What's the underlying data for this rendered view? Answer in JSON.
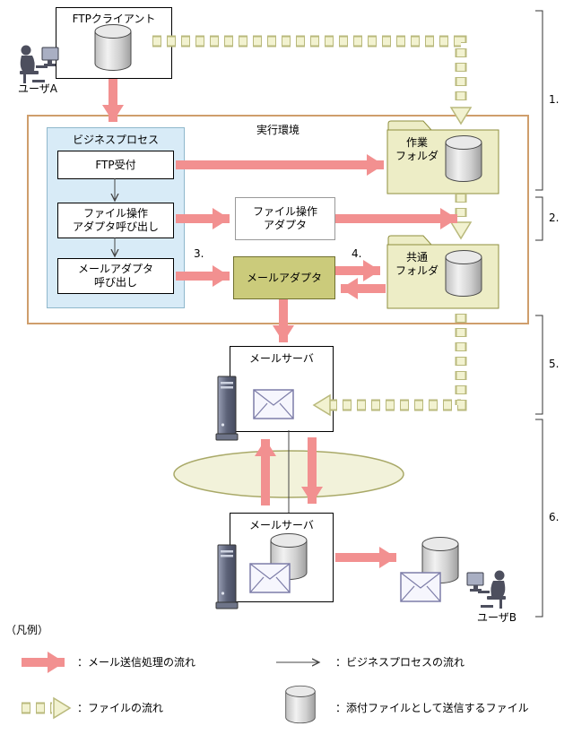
{
  "nodes": {
    "ftp_client": "FTPクライアント",
    "user_a": "ユーザA",
    "exec_env": "実行環境",
    "business_process": "ビジネスプロセス",
    "step_ftp_accept": "FTP受付",
    "step_file_adapter_call": "ファイル操作\nアダプタ呼び出し",
    "step_mail_adapter_call": "メールアダプタ\n呼び出し",
    "file_adapter": "ファイル操作\nアダプタ",
    "mail_adapter": "メールアダプタ",
    "work_folder": "作業\nフォルダ",
    "common_folder": "共通\nフォルダ",
    "mail_server_top": "メールサーバ",
    "mail_server_bottom": "メールサーバ",
    "user_b": "ユーザB"
  },
  "step_numbers": {
    "n1": "1.",
    "n2": "2.",
    "n3": "3.",
    "n4": "4.",
    "n5": "5.",
    "n6": "6."
  },
  "legend": {
    "title": "（凡例）",
    "mail_flow": "：メール送信処理の流れ",
    "bp_flow": "：ビジネスプロセスの流れ",
    "file_flow": "：ファイルの流れ",
    "attachment": "：添付ファイルとして送信するファイル"
  },
  "colors": {
    "mail_flow_arrow": "#f29090",
    "file_flow_fill": "#f2f2d0",
    "file_flow_border": "#b9b97c",
    "business_process_bg": "#d8ebf7",
    "mail_adapter_bg": "#cbcb7b",
    "folder_bg": "#ededc6",
    "exec_env_border": "#cf9e6c"
  }
}
